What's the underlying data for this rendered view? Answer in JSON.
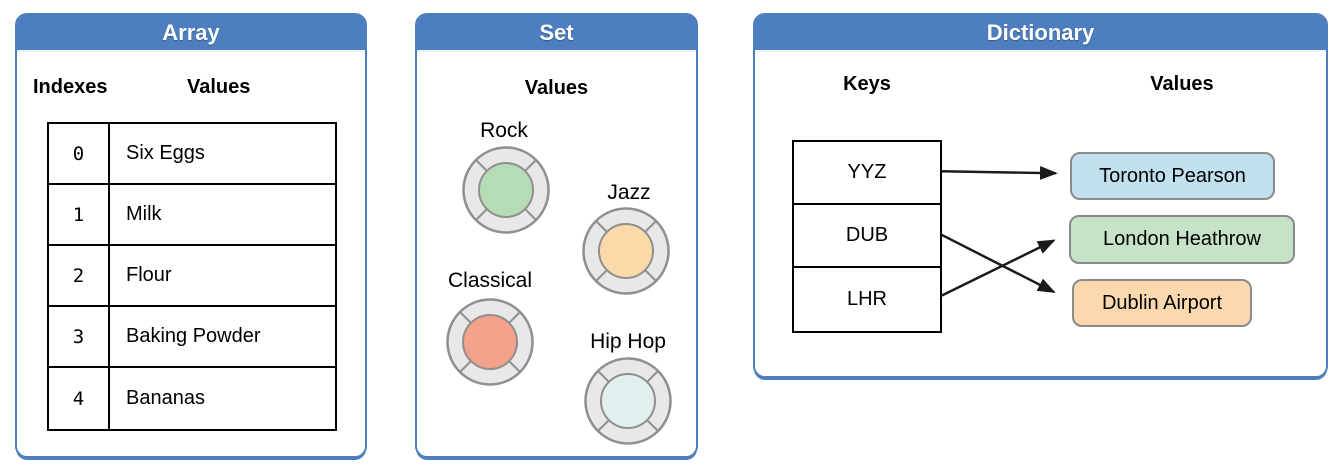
{
  "array": {
    "title": "Array",
    "indexes_header": "Indexes",
    "values_header": "Values",
    "rows": [
      {
        "index": "0",
        "value": "Six Eggs"
      },
      {
        "index": "1",
        "value": "Milk"
      },
      {
        "index": "2",
        "value": "Flour"
      },
      {
        "index": "3",
        "value": "Baking Powder"
      },
      {
        "index": "4",
        "value": "Bananas"
      }
    ]
  },
  "set": {
    "title": "Set",
    "values_header": "Values",
    "items": [
      {
        "label": "Rock",
        "color": "#b6dcb6"
      },
      {
        "label": "Jazz",
        "color": "#fbd9a8"
      },
      {
        "label": "Classical",
        "color": "#f4a289"
      },
      {
        "label": "Hip Hop",
        "color": "#e2efef"
      }
    ]
  },
  "dictionary": {
    "title": "Dictionary",
    "keys_header": "Keys",
    "values_header": "Values",
    "keys": [
      "YYZ",
      "DUB",
      "LHR"
    ],
    "values": [
      {
        "label": "Toronto Pearson",
        "color": "#c0e0ed"
      },
      {
        "label": "London Heathrow",
        "color": "#c6e3c7"
      },
      {
        "label": "Dublin Airport",
        "color": "#fbd8ad"
      }
    ],
    "mappings": [
      {
        "key": "YYZ",
        "value": "Toronto Pearson"
      },
      {
        "key": "DUB",
        "value": "Dublin Airport"
      },
      {
        "key": "LHR",
        "value": "London Heathrow"
      }
    ]
  },
  "colors": {
    "header_blue": "#4d7ec0",
    "panel_border_blue": "#4d7ec0",
    "disc_ring_fill": "#e8e8e8",
    "disc_ring_stroke": "#8f8f8f",
    "value_box_border": "#8a8a8a",
    "table_border": "#000000",
    "arrow": "#1a1a1a"
  }
}
